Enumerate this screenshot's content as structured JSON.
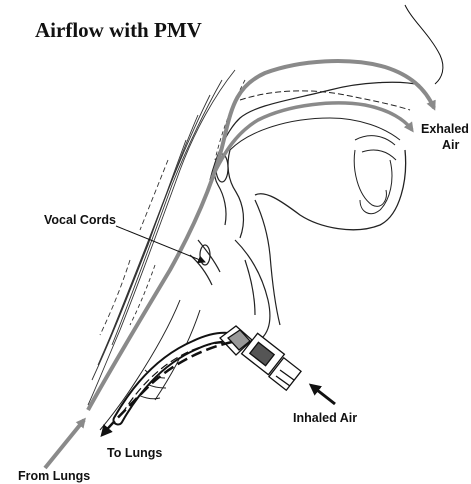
{
  "title": "Airflow with PMV",
  "labels": {
    "vocal_cords": "Vocal Cords",
    "exhaled_line1": "Exhaled",
    "exhaled_line2": "Air",
    "inhaled_air": "Inhaled Air",
    "to_lungs": "To Lungs",
    "from_lungs": "From Lungs"
  },
  "colors": {
    "airflow_arrow": "#8a8a8a",
    "line_art": "#111111",
    "background": "#ffffff"
  }
}
